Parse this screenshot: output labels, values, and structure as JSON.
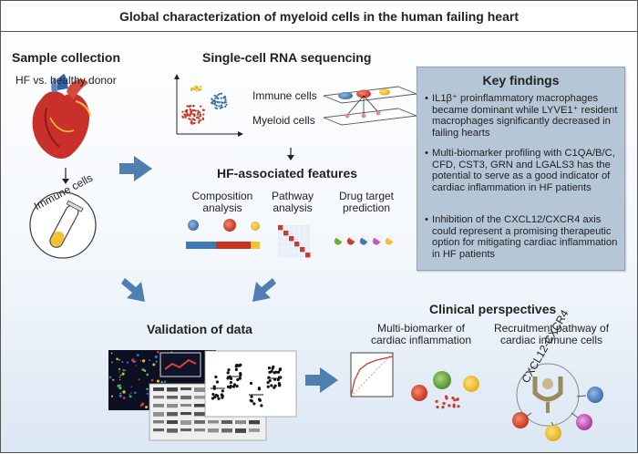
{
  "title": "Global characterization of myeloid cells in the human failing heart",
  "sample": {
    "heading": "Sample collection",
    "subtitle": "HF vs. healthy donor",
    "tube_label": "Immune cells"
  },
  "scrna": {
    "heading": "Single-cell RNA sequencing",
    "immune_label": "Immune cells",
    "myeloid_label": "Myeloid cells"
  },
  "features": {
    "heading": "HF-associated features",
    "composition": [
      "Composition",
      "analysis"
    ],
    "pathway": [
      "Pathway",
      "analysis"
    ],
    "drug": [
      "Drug target",
      "prediction"
    ]
  },
  "key": {
    "heading": "Key findings",
    "bullet": "•",
    "items": [
      "IL1β⁺ proinflammatory macrophages became dominant while LYVE1⁺ resident macrophages significantly decreased in failing hearts",
      "Multi-biomarker profiling with C1QA/B/C, CFD, CST3, GRN and LGALS3 has the potential to serve as a good indicator of cardiac inflammation in HF patients",
      "Inhibition of the CXCL12/CXCR4 axis could represent a promising therapeutic option for mitigating cardiac inflammation in HF patients"
    ]
  },
  "validation": {
    "heading": "Validation of data"
  },
  "clinical": {
    "heading": "Clinical perspectives",
    "biomarker": [
      "Multi-biomarker of",
      "cardiac inflammation"
    ],
    "recruit": [
      "Recruitment pathway of",
      "cardiac immune cells"
    ],
    "axis_label": "CXCL12-CXCR4"
  },
  "colors": {
    "arrow": "#4f7fb0",
    "red": "#d0392b",
    "blue": "#3f78b5",
    "yellow": "#f2c230",
    "green": "#6cae3e",
    "purple": "#c45cc0",
    "keybox": "#b5c6d7"
  }
}
